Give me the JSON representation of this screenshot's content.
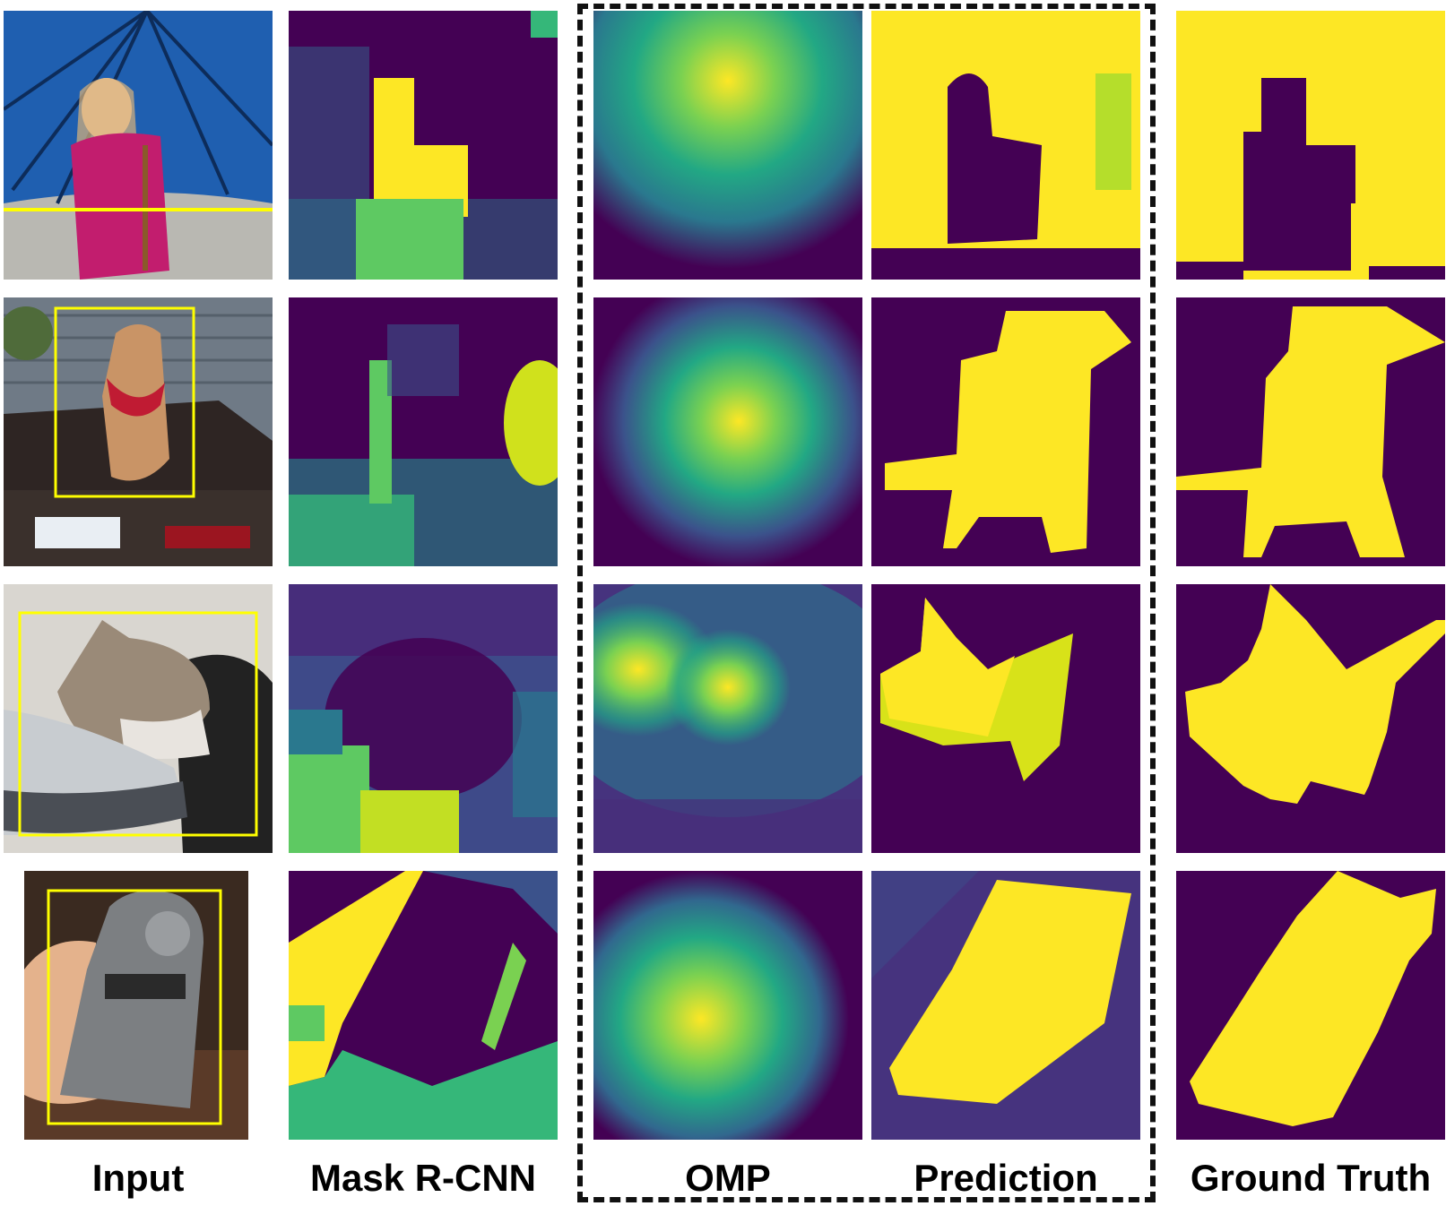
{
  "figure": {
    "columns": [
      {
        "id": "input",
        "label": "Input"
      },
      {
        "id": "maskrcnn",
        "label": "Mask R-CNN"
      },
      {
        "id": "omp",
        "label": "OMP"
      },
      {
        "id": "prediction",
        "label": "Prediction"
      },
      {
        "id": "groundtruth",
        "label": "Ground Truth"
      }
    ],
    "rows": [
      {
        "subject": "girl-with-umbrella"
      },
      {
        "subject": "dog-on-car"
      },
      {
        "subject": "sleeping-cat"
      },
      {
        "subject": "mobile-phone"
      }
    ],
    "colors": {
      "viridis_low": "#440154",
      "viridis_dark": "#471164",
      "viridis_mid": "#21918c",
      "viridis_green": "#5ec962",
      "viridis_high": "#fde725",
      "bbox": "#ffff00",
      "dashed_border": "#111111"
    }
  }
}
